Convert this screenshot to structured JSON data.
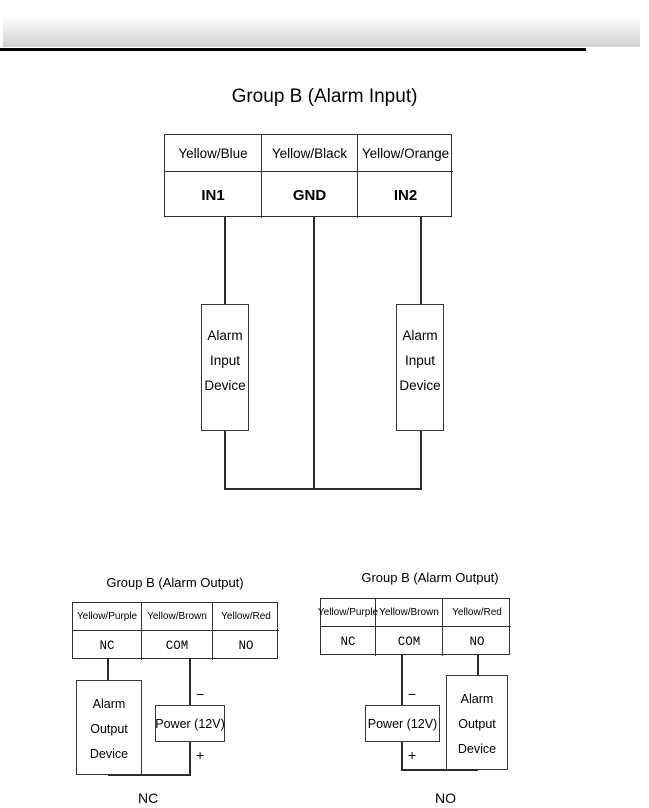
{
  "header": {
    "band": "",
    "accent_color": "#000000"
  },
  "alarm_input": {
    "title": "Group B (Alarm Input)",
    "table": {
      "wire_colors": [
        "Yellow/Blue",
        "Yellow/Black",
        "Yellow/Orange"
      ],
      "pins": [
        "IN1",
        "GND",
        "IN2"
      ]
    },
    "devices": [
      {
        "lines": [
          "Alarm",
          "Input",
          "Device"
        ]
      },
      {
        "lines": [
          "Alarm",
          "Input",
          "Device"
        ]
      }
    ]
  },
  "alarm_output_nc": {
    "title": "Group B (Alarm Output)",
    "table": {
      "wire_colors": [
        "Yellow/Purple",
        "Yellow/Brown",
        "Yellow/Red"
      ],
      "pins": [
        "NC",
        "COM",
        "NO"
      ]
    },
    "device": {
      "lines": [
        "Alarm",
        "Output",
        "Device"
      ]
    },
    "power": {
      "label": "Power (12V)",
      "negative": "−",
      "positive": "+"
    },
    "caption": "NC"
  },
  "alarm_output_no": {
    "title": "Group B (Alarm Output)",
    "table": {
      "wire_colors": [
        "Yellow/Purple",
        "Yellow/Brown",
        "Yellow/Red"
      ],
      "pins": [
        "NC",
        "COM",
        "NO"
      ]
    },
    "device": {
      "lines": [
        "Alarm",
        "Output",
        "Device"
      ]
    },
    "power": {
      "label": "Power (12V)",
      "negative": "−",
      "positive": "+"
    },
    "caption": "NO"
  }
}
